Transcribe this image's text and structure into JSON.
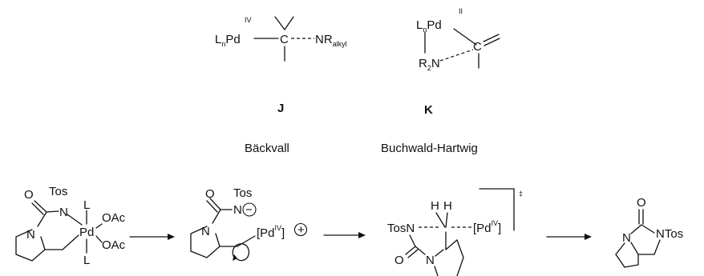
{
  "top": {
    "J": {
      "metal": "L",
      "metal_sub": "n",
      "metal_rest": "Pd",
      "ox_state": "IV",
      "carbon": "C",
      "amine": "NR",
      "amine_sub": "alkyl",
      "label": "J",
      "caption": "Bäckvall"
    },
    "K": {
      "metal": "L",
      "metal_sub": "n",
      "metal_rest": "Pd",
      "ox_state": "II",
      "carbon": "C",
      "amine": "R",
      "amine_sub": "2",
      "amine_rest": "N",
      "label": "K",
      "caption": "Buchwald-Hartwig"
    }
  },
  "scheme": {
    "s1": {
      "o": "O",
      "tos": "Tos",
      "n_amide": "N",
      "n_ring": "N",
      "pd": "Pd",
      "l_top": "L",
      "l_bottom": "L",
      "oac_top": "OAc",
      "oac_bottom": "OAc"
    },
    "s2": {
      "o": "O",
      "tos": "Tos",
      "n_amide": "N",
      "n_ring": "N",
      "minus": "−",
      "pd_open": "[Pd",
      "pd_ox": "IV",
      "pd_close": "]",
      "plus": "+"
    },
    "s3": {
      "h1": "H",
      "h2": "H",
      "tosn": "TosN",
      "pd_open": "[Pd",
      "pd_ox": "IV",
      "pd_close": "]",
      "charge": "‡",
      "o": "O",
      "n_ring": "N"
    },
    "s4": {
      "o": "O",
      "ntos": "NTos",
      "n_ring": "N"
    }
  }
}
